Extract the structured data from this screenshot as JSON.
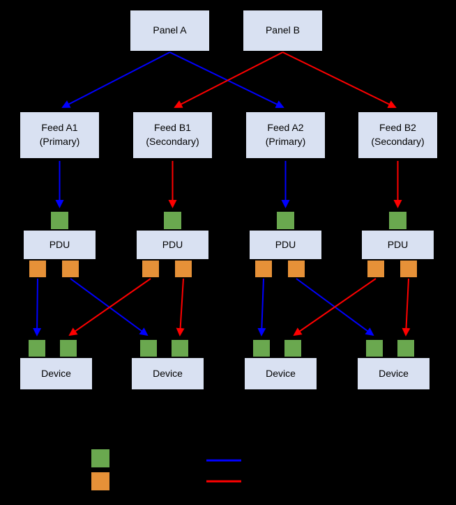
{
  "diagram": {
    "panels": [
      {
        "label": "Panel A"
      },
      {
        "label": "Panel B"
      }
    ],
    "feeds": [
      {
        "label": "Feed A1",
        "sublabel": "(Primary)"
      },
      {
        "label": "Feed B1",
        "sublabel": "(Secondary)"
      },
      {
        "label": "Feed A2",
        "sublabel": "(Primary)"
      },
      {
        "label": "Feed B2",
        "sublabel": "(Secondary)"
      }
    ],
    "pdus": [
      {
        "label": "PDU"
      },
      {
        "label": "PDU"
      },
      {
        "label": "PDU"
      },
      {
        "label": "PDU"
      }
    ],
    "devices": [
      {
        "label": "Device"
      },
      {
        "label": "Device"
      },
      {
        "label": "Device"
      },
      {
        "label": "Device"
      }
    ]
  },
  "legend": {
    "items": [
      {
        "icon": "input-port-swatch",
        "color": "#6aa84f"
      },
      {
        "icon": "output-port-swatch",
        "color": "#e69138"
      },
      {
        "icon": "primary-path-line",
        "color": "#0000ff"
      },
      {
        "icon": "secondary-path-line",
        "color": "#ff0000"
      }
    ]
  },
  "colors": {
    "background": "#000000",
    "box_fill": "#d9e1f2",
    "box_border": "#000000",
    "text": "#000000",
    "input_port": "#6aa84f",
    "output_port": "#e69138",
    "primary_path": "#0000ff",
    "secondary_path": "#ff0000"
  }
}
